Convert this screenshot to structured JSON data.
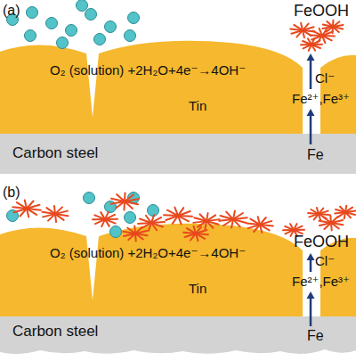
{
  "diagram": {
    "nodes": [
      {
        "text": [
          "O₂ (solution) +2H₂O+4e⁻→4OH⁻",
          "Tin"
        ]
      },
      {
        "text": [
          "Carbon steel"
        ]
      },
      {
        "text": [
          "O₂ (solution) +2H₂O+4e⁻→4OH⁻",
          "Tin"
        ]
      },
      {
        "text": [
          "Carbon steel"
        ]
      }
    ],
    "labels": [
      "(a)",
      "FeOOH",
      "Cl⁻",
      "Fe²⁺,Fe³⁺",
      "Fe",
      "(b)",
      "FeOOH",
      "Cl⁻",
      "Fe²⁺,Fe³⁺",
      "Fe"
    ]
  }
}
